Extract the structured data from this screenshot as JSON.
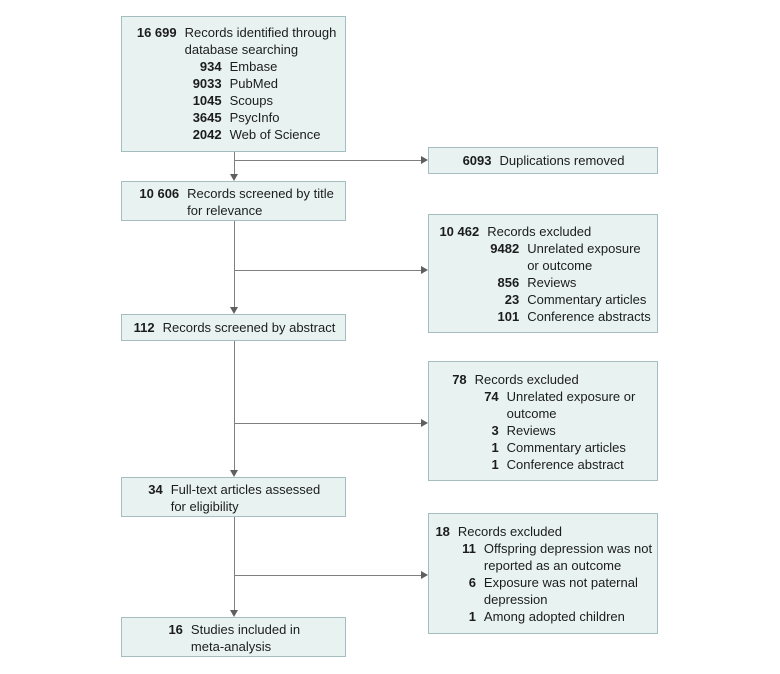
{
  "colors": {
    "box_fill": "#e8f3f1",
    "box_border": "#a6bdbf",
    "connector_line": "#7f7f7f",
    "arrowhead": "#5f5f5f",
    "text": "#1c1c1c"
  },
  "boxes": {
    "identified": {
      "rows": [
        {
          "num": "16 699",
          "label": "Records identified through\ndatabase searching"
        },
        {
          "num": "934",
          "label": "Embase"
        },
        {
          "num": "9033",
          "label": "PubMed"
        },
        {
          "num": "1045",
          "label": "Scoups"
        },
        {
          "num": "3645",
          "label": "PsycInfo"
        },
        {
          "num": "2042",
          "label": "Web of Science"
        }
      ]
    },
    "duplications": {
      "rows": [
        {
          "num": "6093",
          "label": "Duplications removed"
        }
      ]
    },
    "screened_title": {
      "rows": [
        {
          "num": "10 606",
          "label": "Records screened by title\nfor relevance"
        }
      ]
    },
    "excluded_title": {
      "rows": [
        {
          "num": "10 462",
          "label": "Records excluded"
        },
        {
          "num": "9482",
          "label": "Unrelated exposure\nor outcome"
        },
        {
          "num": "856",
          "label": "Reviews"
        },
        {
          "num": "23",
          "label": "Commentary articles"
        },
        {
          "num": "101",
          "label": "Conference abstracts"
        }
      ]
    },
    "screened_abstract": {
      "rows": [
        {
          "num": "112",
          "label": "Records screened by abstract"
        }
      ]
    },
    "excluded_abstract": {
      "rows": [
        {
          "num": "78",
          "label": "Records excluded"
        },
        {
          "num": "74",
          "label": "Unrelated exposure or\noutcome"
        },
        {
          "num": "3",
          "label": "Reviews"
        },
        {
          "num": "1",
          "label": "Commentary articles"
        },
        {
          "num": "1",
          "label": "Conference abstract"
        }
      ]
    },
    "fulltext": {
      "rows": [
        {
          "num": "34",
          "label": "Full-text articles assessed\nfor eligibility"
        }
      ]
    },
    "excluded_fulltext": {
      "rows": [
        {
          "num": "18",
          "label": "Records excluded"
        },
        {
          "num": "11",
          "label": "Offspring depression was not\nreported as an outcome"
        },
        {
          "num": "6",
          "label": "Exposure was not paternal\ndepression"
        },
        {
          "num": "1",
          "label": "Among adopted children"
        }
      ]
    },
    "included": {
      "rows": [
        {
          "num": "16",
          "label": "Studies included in\nmeta-analysis"
        }
      ]
    }
  }
}
